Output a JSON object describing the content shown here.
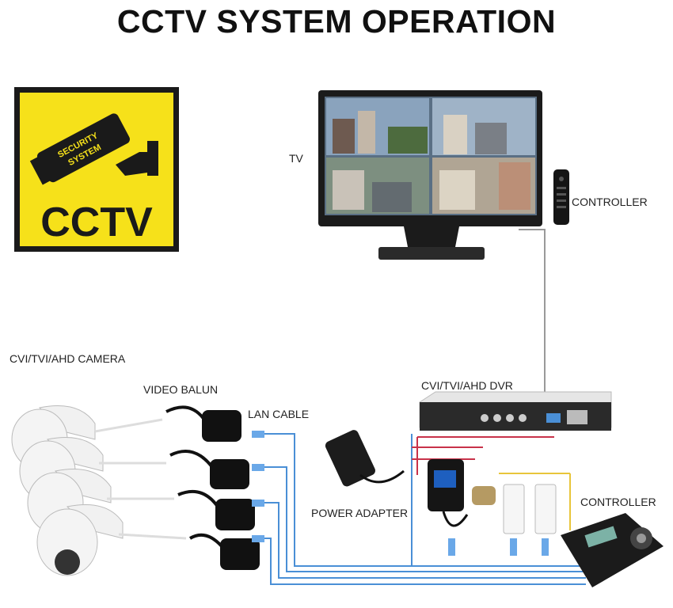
{
  "title": "CCTV SYSTEM OPERATION",
  "sign": {
    "top_text": "SECURITY",
    "bottom_text": "SYSTEM",
    "big_text": "CCTV"
  },
  "labels": {
    "tv": "TV",
    "controller_top": "CONTROLLER",
    "camera": "CVI/TVI/AHD CAMERA",
    "video_balun": "VIDEO BALUN",
    "lan_cable": "LAN CABLE",
    "dvr": "CVI/TVI/AHD DVR",
    "power_adapter": "POWER ADAPTER",
    "controller_bottom": "CONTROLLER"
  },
  "colors": {
    "sign_yellow": "#f6e11a",
    "cable_blue": "#4a8fd6",
    "cable_red": "#c8324a",
    "cable_yellow": "#e8c53a"
  }
}
